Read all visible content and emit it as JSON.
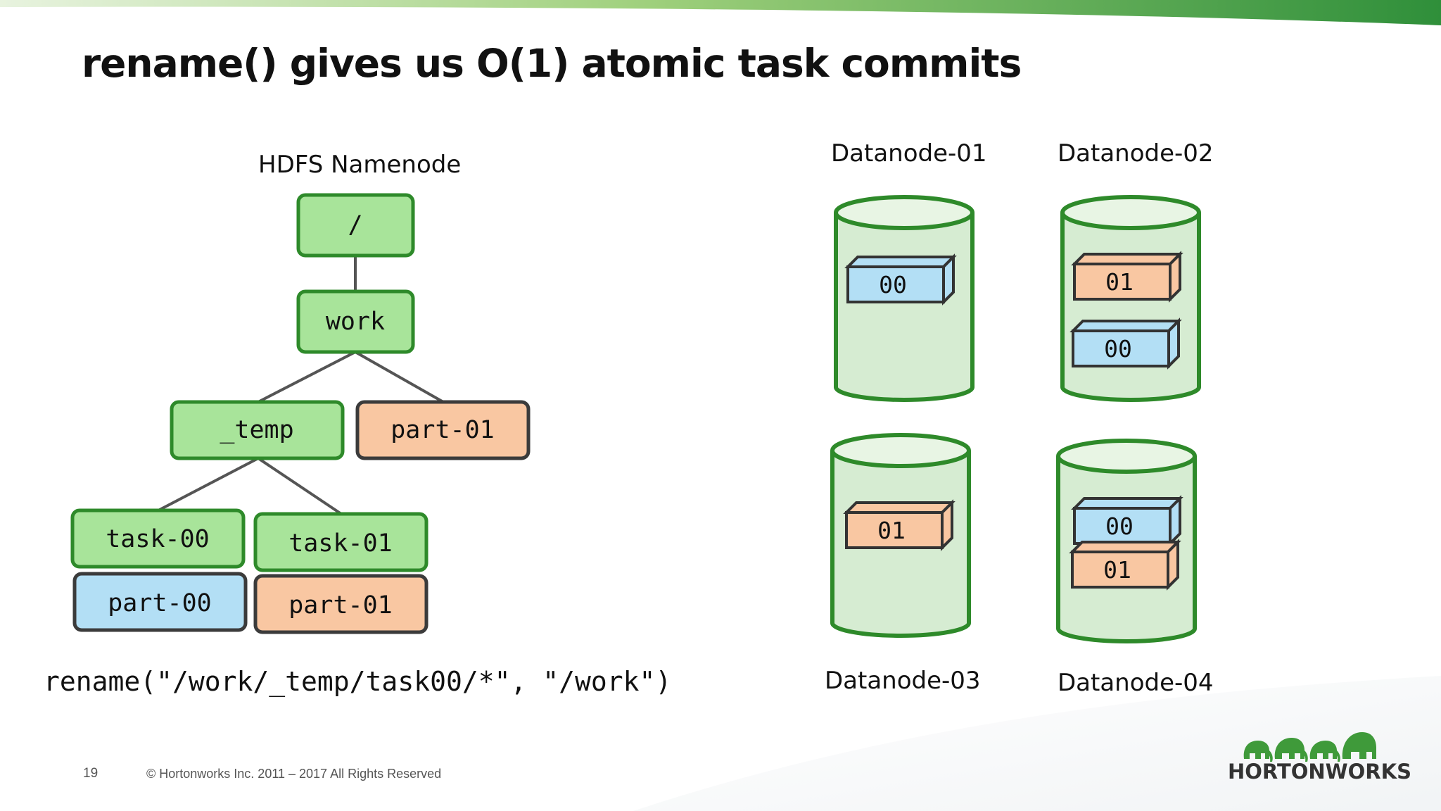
{
  "slide": {
    "title": "rename() gives us O(1) atomic task commits",
    "page_number": "19",
    "copyright": "© Hortonworks Inc. 2011 – 2017 All Rights Reserved",
    "logo_text": "HORTONWORKS",
    "accent_color": "#5aa83a"
  },
  "namenode": {
    "label": "HDFS Namenode",
    "nodes": {
      "root": "/",
      "work": "work",
      "temp": "_temp",
      "part01_committed": "part-01",
      "task00": "task-00",
      "task01": "task-01",
      "part00": "part-00",
      "part01": "part-01"
    },
    "colors": {
      "dir": "#a8e49a",
      "part00": "#b3dff5",
      "part01": "#f9c7a2"
    }
  },
  "command": "rename(\"/work/_temp/task00/*\", \"/work\")",
  "datanodes": [
    {
      "name": "Datanode-01",
      "blocks": [
        "00"
      ]
    },
    {
      "name": "Datanode-02",
      "blocks": [
        "01",
        "00"
      ]
    },
    {
      "name": "Datanode-03",
      "blocks": [
        "01"
      ]
    },
    {
      "name": "Datanode-04",
      "blocks": [
        "00",
        "01"
      ]
    }
  ]
}
